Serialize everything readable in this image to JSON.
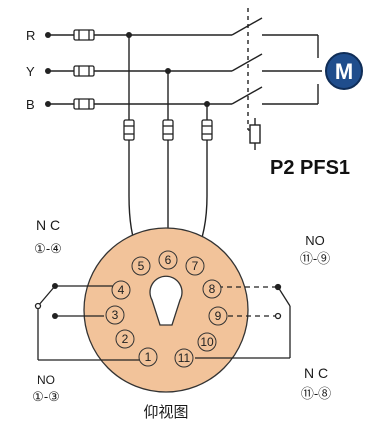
{
  "phases": [
    "R",
    "Y",
    "B"
  ],
  "motor_label": "M",
  "model": "P2 PFS1",
  "pins": [
    "1",
    "2",
    "3",
    "4",
    "5",
    "6",
    "7",
    "8",
    "9",
    "10",
    "11"
  ],
  "contacts": {
    "left_nc": {
      "type": "N C",
      "pins": "①-④"
    },
    "right_no": {
      "type": "NO",
      "pins": "⑪-⑨"
    },
    "left_no": {
      "type": "NO",
      "pins": "①-③"
    },
    "right_nc": {
      "type": "N C",
      "pins": "⑪-⑧"
    }
  },
  "view_caption": "仰视图",
  "colors": {
    "base_fill": "#f2c39a",
    "base_stroke": "#333333",
    "motor_fill": "#1f4d8c",
    "line": "#222222"
  }
}
